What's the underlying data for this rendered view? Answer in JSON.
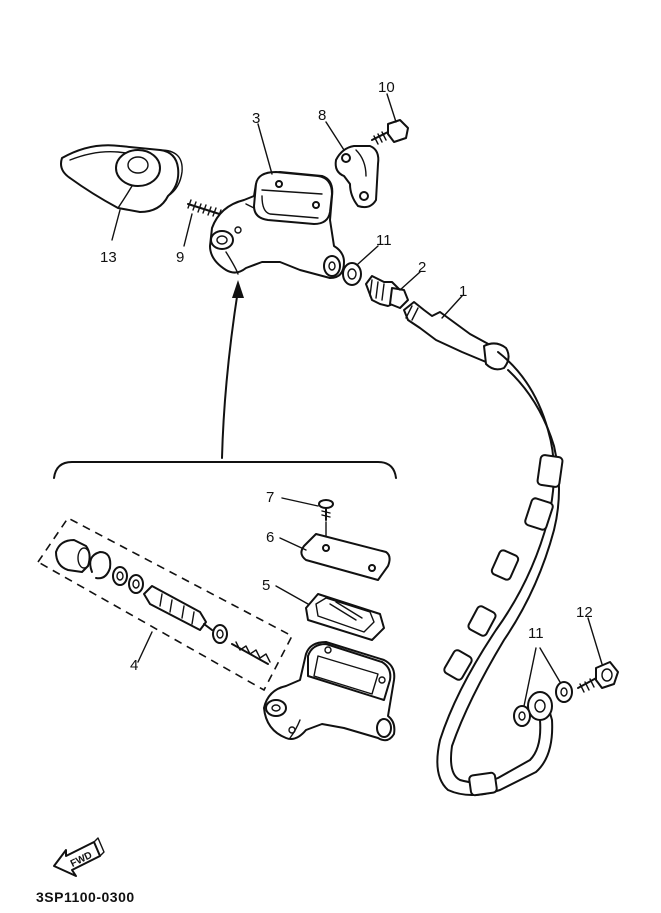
{
  "diagram": {
    "drawing_code": "3SP1100-0300",
    "forward_marker": "FWD",
    "callouts": {
      "hose": "1",
      "union_bolt": "2",
      "master_cylinder": "3",
      "cylinder_kit": "4",
      "diaphragm": "5",
      "cap": "6",
      "cap_screw": "7",
      "holder": "8",
      "adjust_screw": "9",
      "holder_bolt": "10",
      "gasket_upper": "11",
      "gasket_lower": "11",
      "caliper_bolt": "12",
      "lever_cover": "13"
    }
  }
}
